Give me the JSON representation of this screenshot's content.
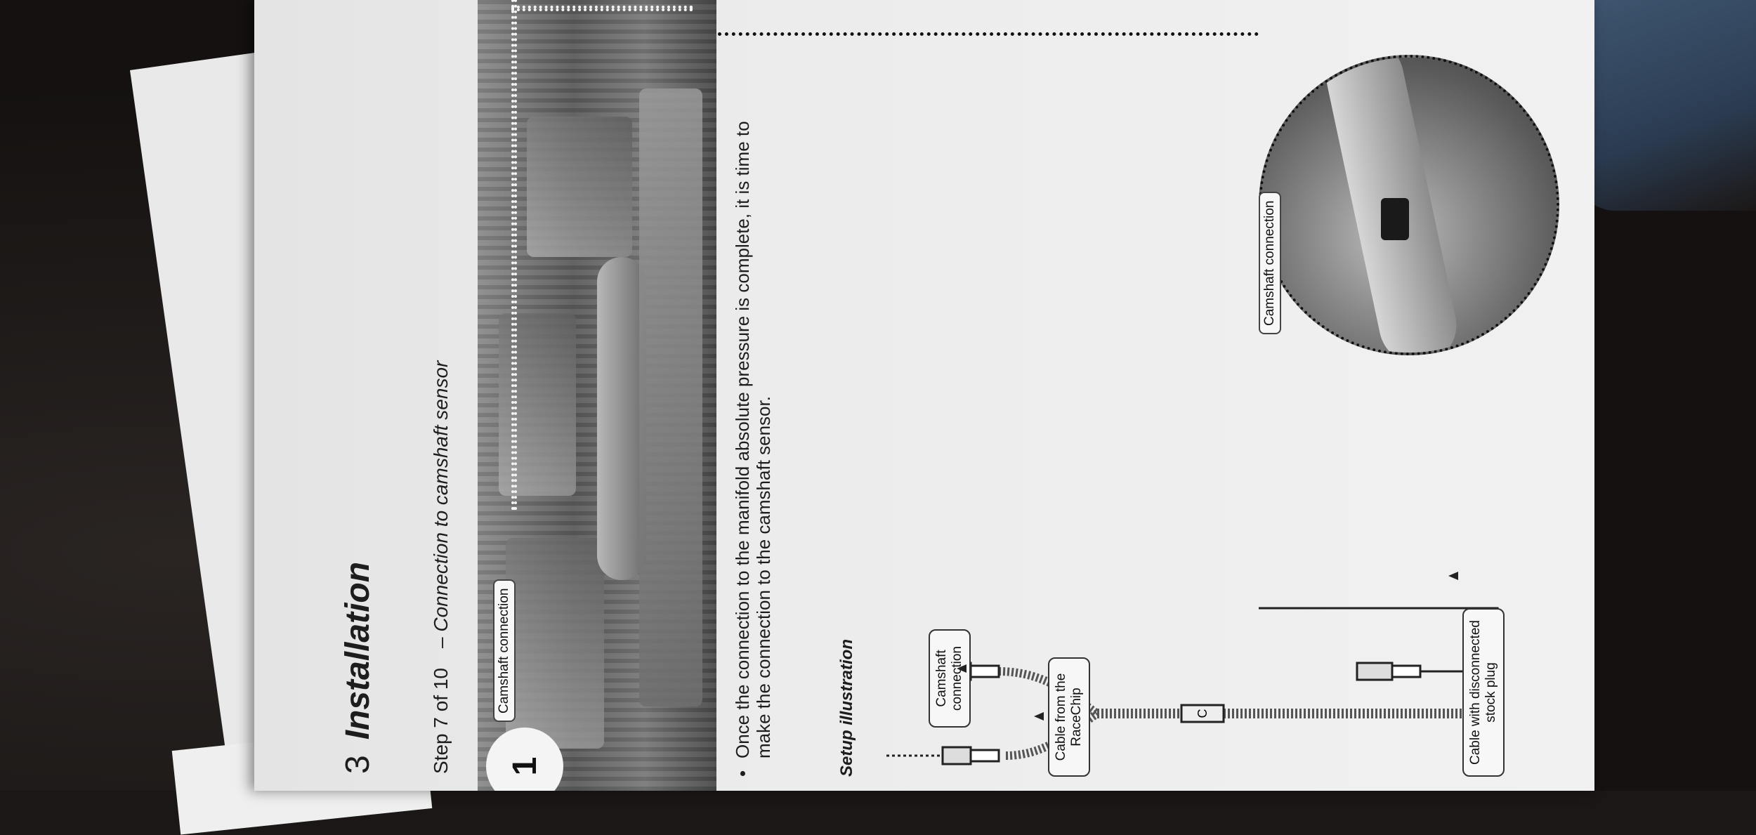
{
  "document": {
    "section_number": "3",
    "section_title": "Installation",
    "step": "Step 7 of 10",
    "step_title": "– Connection to camshaft sensor",
    "step_badge": "1",
    "photo_tag": "Camshaft connection",
    "bullet": "•",
    "description": "Once the connection to the manifold absolute pressure is complete, it is time to make the connection to the camshaft sensor.",
    "setup_title": "Setup illustration",
    "diagram": {
      "connection_label": "Camshaft connection",
      "cable_racechip": "Cable from the RaceChip",
      "cable_stock": "Cable with disconnected stock plug",
      "connector_letter": "C"
    },
    "detail_tag": "Camshaft connection"
  }
}
